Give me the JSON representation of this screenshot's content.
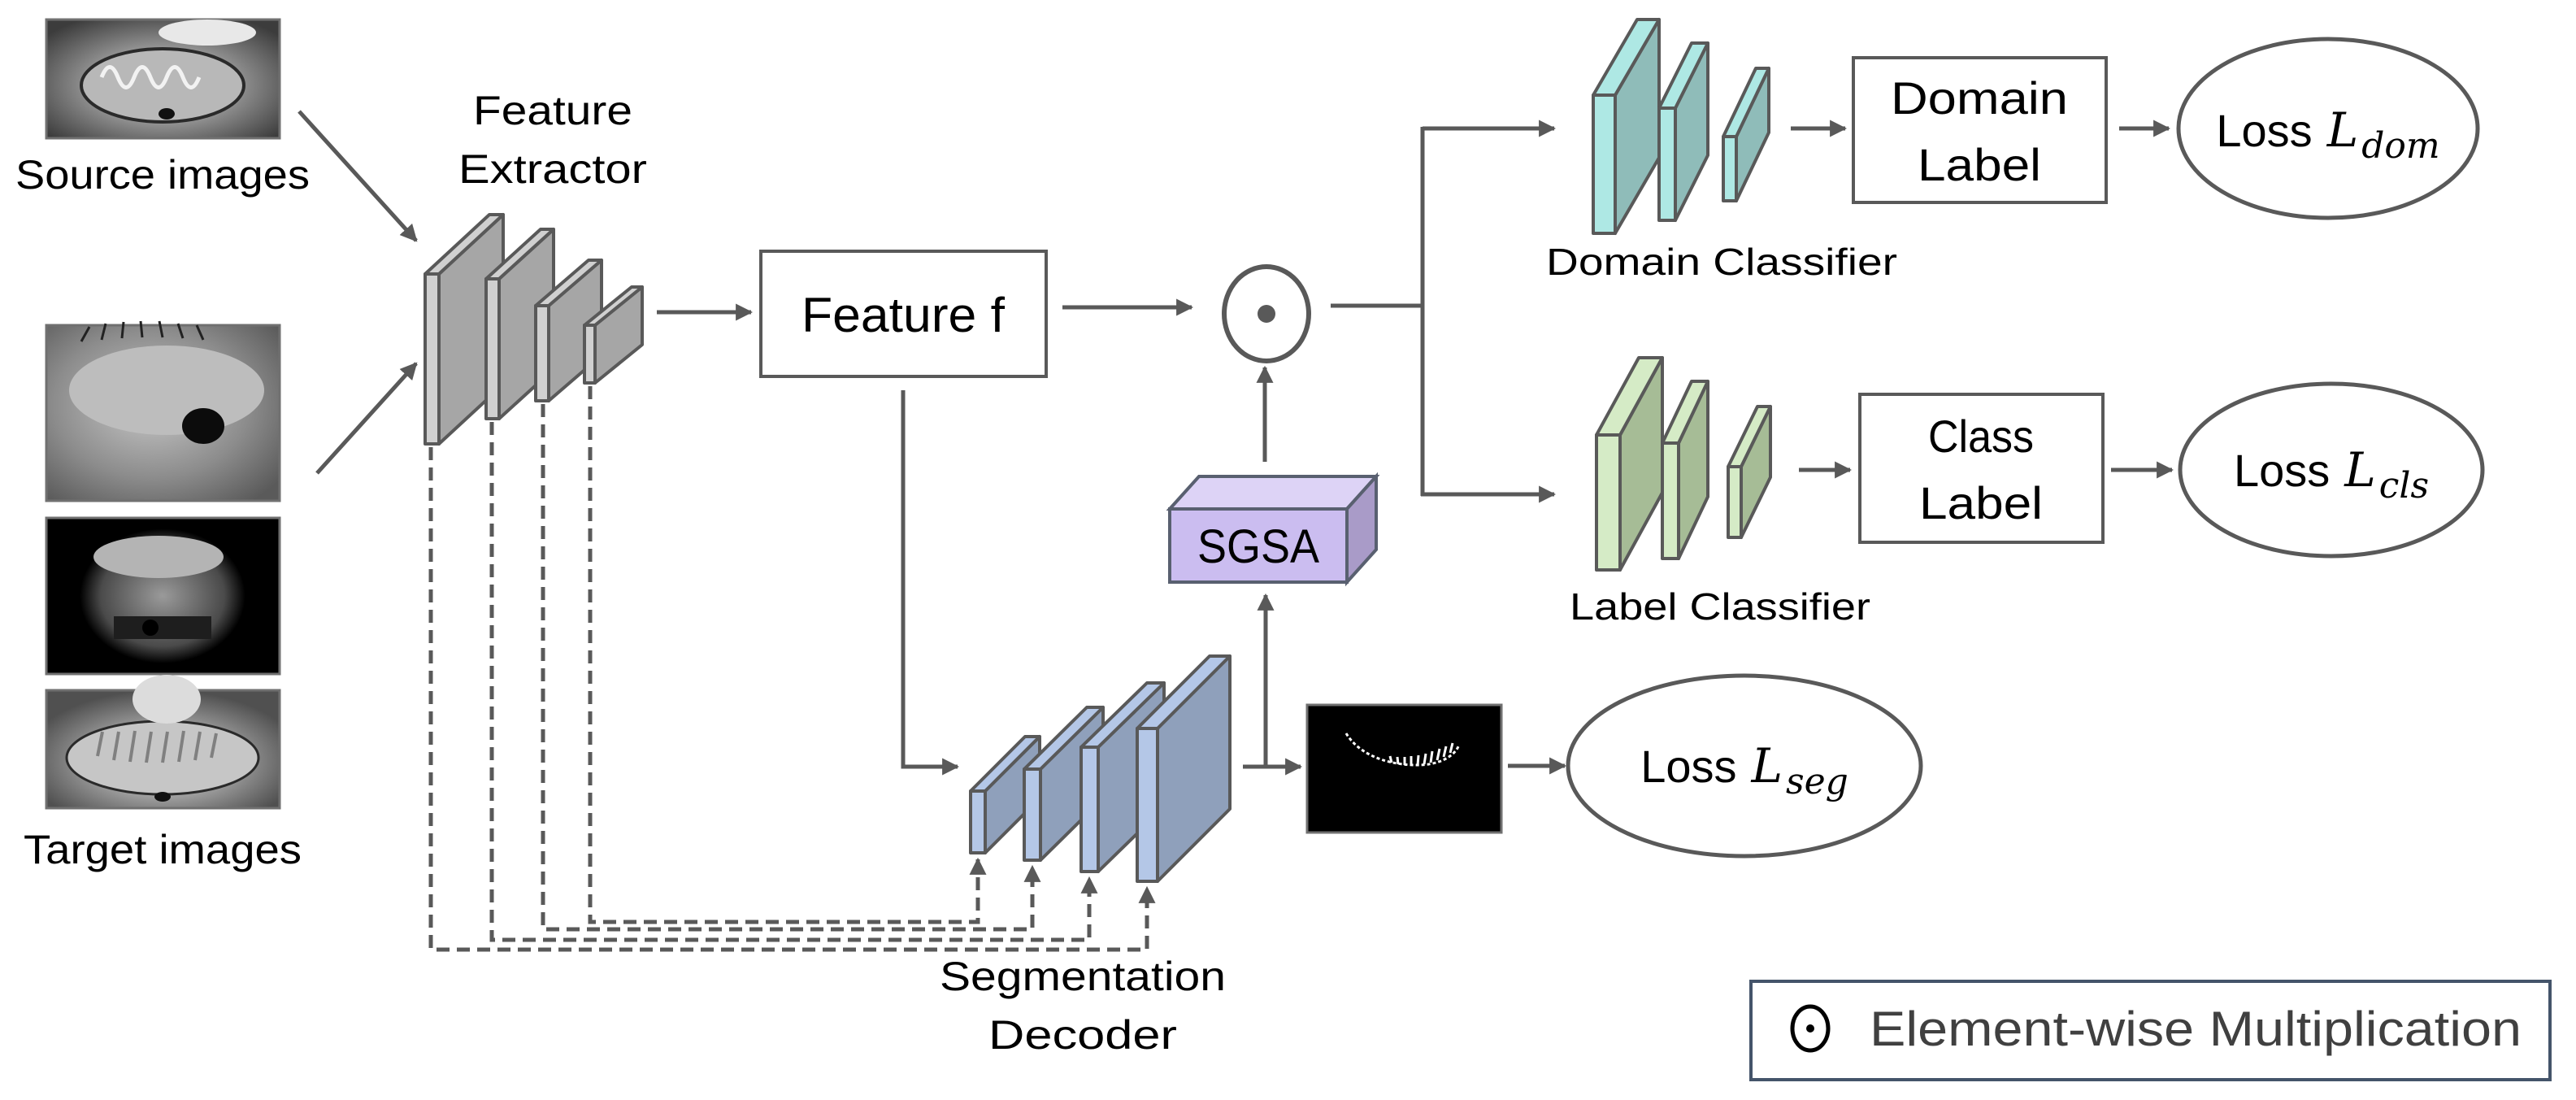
{
  "figure": {
    "inputs": {
      "source_label": "Source images",
      "target_label": "Target images",
      "source_images": [
        {
          "description": "grayscale eyelid meibography (source)"
        }
      ],
      "target_images": [
        {
          "description": "grayscale everted eyelid, bright"
        },
        {
          "description": "grayscale eyelid on black circular field"
        },
        {
          "description": "grayscale everted eyelid with lashes"
        }
      ]
    },
    "feature_extractor": {
      "title_line1": "Feature",
      "title_line2": "Extractor",
      "color_front": "#d0d0d0",
      "color_side": "#a6a6a6",
      "layers": 4
    },
    "feature_box": {
      "label": "Feature f"
    },
    "multiply_node": {
      "symbol": "⊙",
      "meaning": "element-wise multiplication"
    },
    "sgsa": {
      "label": "SGSA",
      "color_front": "#cbbdf0",
      "color_top": "#ddd3f6",
      "color_side": "#a99bc8"
    },
    "domain_branch": {
      "classifier_label": "Domain Classifier",
      "box_line1": "Domain",
      "box_line2": "Label",
      "loss_prefix": "Loss",
      "loss_symbol": "L",
      "loss_subscript": "dom",
      "color_front": "#aee8e4",
      "color_side": "#8fbcb9"
    },
    "label_branch": {
      "classifier_label": "Label Classifier",
      "box_line1": "Class",
      "box_line2": "Label",
      "loss_prefix": "Loss",
      "loss_symbol": "L",
      "loss_subscript": "cls",
      "color_front": "#d5ebc6",
      "color_side": "#a6bc96"
    },
    "segmentation": {
      "decoder_line1": "Segmentation",
      "decoder_line2": "Decoder",
      "loss_prefix": "Loss",
      "loss_symbol": "L",
      "loss_subscript": "seg",
      "color_front": "#b4c7e7",
      "color_side": "#8fa0bb",
      "layers": 4
    },
    "legend": {
      "symbol": "⊙",
      "text": "Element-wise Multiplication"
    },
    "colors": {
      "line": "#595959",
      "text": "#000000",
      "legend_text": "#404040"
    }
  }
}
